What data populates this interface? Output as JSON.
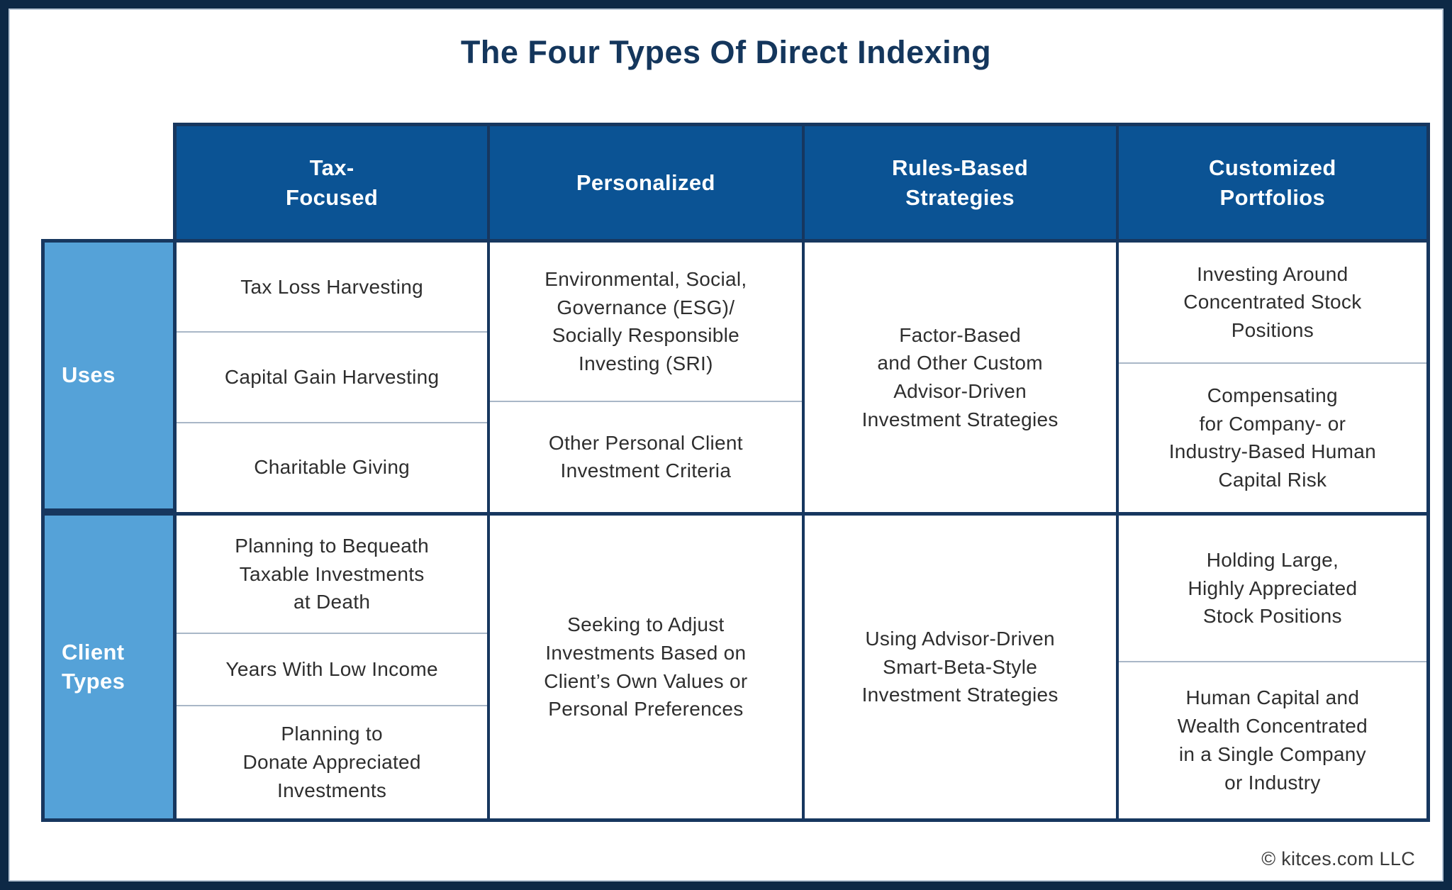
{
  "title": "The Four Types Of Direct Indexing",
  "copyright": "© kitces.com LLC",
  "colors": {
    "frame_navy": "#0d2946",
    "table_border_navy": "#17375f",
    "header_blue": "#0b5394",
    "row_header_blue": "#55a2d8",
    "divider_gray": "#a9b7c7",
    "title_navy": "#14365c",
    "body_text": "#2e2e2e",
    "copyright_text": "#3a3a3a"
  },
  "row_groups": {
    "uses_label": "Uses",
    "client_types_label": "Client\nTypes"
  },
  "columns": [
    {
      "header": "Tax-\nFocused",
      "uses": [
        "Tax Loss Harvesting",
        "Capital Gain Harvesting",
        "Charitable Giving"
      ],
      "client_types": [
        "Planning to Bequeath\nTaxable Investments\nat Death",
        "Years With Low Income",
        "Planning to\nDonate Appreciated\nInvestments"
      ]
    },
    {
      "header": "Personalized",
      "uses": [
        "Environmental, Social,\nGovernance (ESG)/\nSocially Responsible\nInvesting (SRI)",
        "Other Personal Client\nInvestment Criteria"
      ],
      "client_types": [
        "Seeking to Adjust\nInvestments Based on\nClient’s Own Values or\nPersonal Preferences"
      ]
    },
    {
      "header": "Rules-Based\nStrategies",
      "uses": [
        "Factor-Based\nand Other Custom\nAdvisor-Driven\nInvestment Strategies"
      ],
      "client_types": [
        "Using Advisor-Driven\nSmart-Beta-Style\nInvestment Strategies"
      ]
    },
    {
      "header": "Customized\nPortfolios",
      "uses": [
        "Investing Around\nConcentrated Stock\nPositions",
        "Compensating\nfor Company- or\nIndustry-Based Human\nCapital Risk"
      ],
      "client_types": [
        "Holding Large,\nHighly Appreciated\nStock Positions",
        "Human Capital and\nWealth Concentrated\nin a Single Company\nor Industry"
      ]
    }
  ]
}
